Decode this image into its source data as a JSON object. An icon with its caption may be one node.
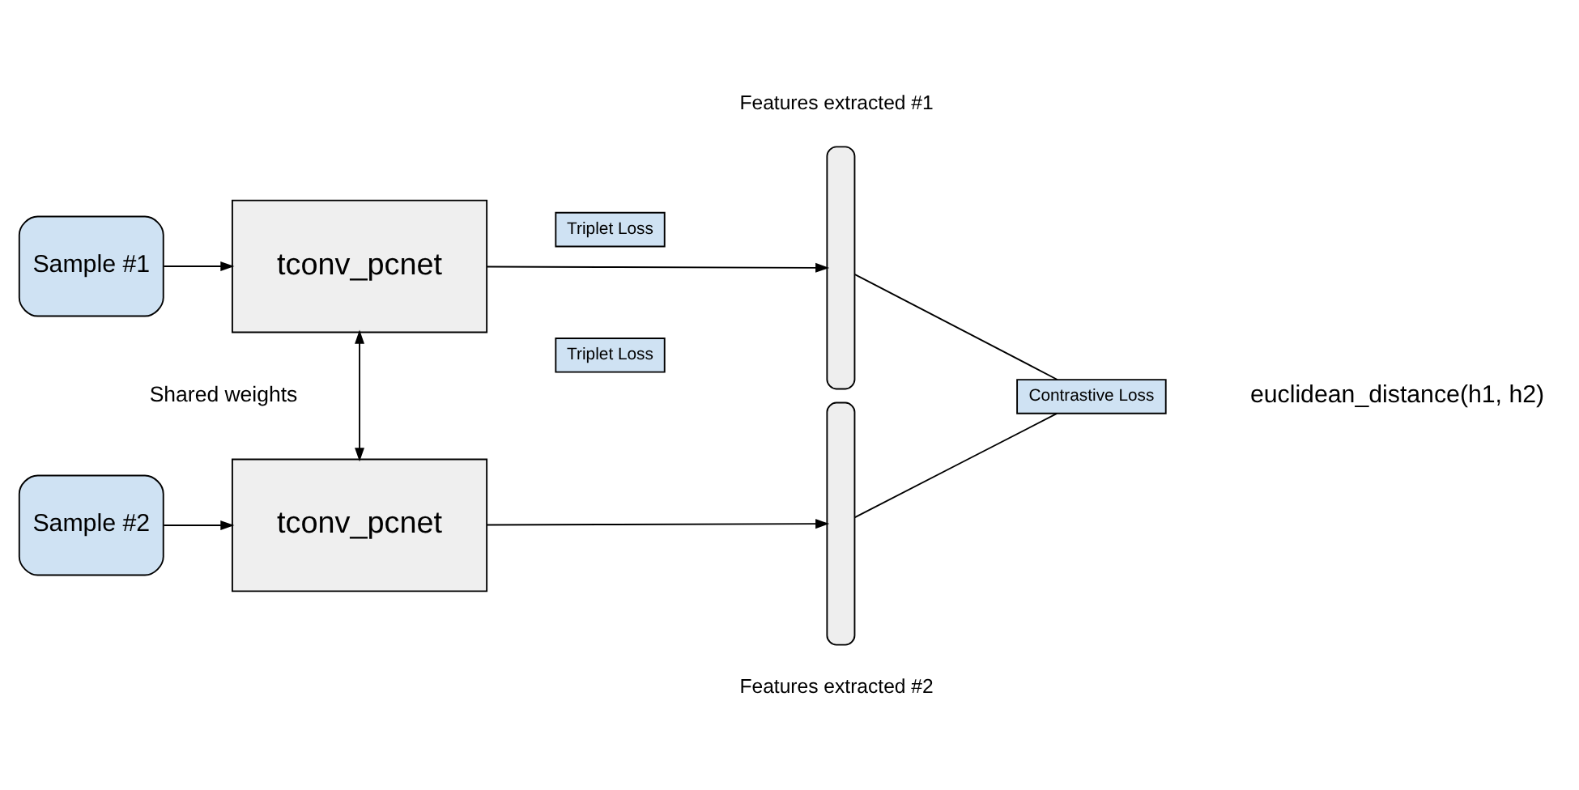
{
  "diagram": {
    "nodes": [
      {
        "text": [
          "Sample #1"
        ]
      },
      {
        "text": [
          "tconv_pcnet"
        ]
      },
      {
        "text": [
          "Triplet Loss"
        ]
      },
      {
        "text": [],
        "shape": "bar",
        "beside": [
          "Features extracted #1"
        ]
      },
      {
        "text": [
          "Sample #2"
        ]
      },
      {
        "text": [
          "tconv_pcnet"
        ]
      },
      {
        "text": [
          "Triplet Loss"
        ]
      },
      {
        "text": [],
        "shape": "bar",
        "beside": [
          "Features extracted #2"
        ]
      },
      {
        "text": [
          "Contrastive Loss"
        ]
      }
    ],
    "edges": [
      {
        "from": 0,
        "to": 1,
        "arrow": "to"
      },
      {
        "from": 1,
        "to": 3,
        "arrow": "to"
      },
      {
        "from": 4,
        "to": 5,
        "arrow": "to"
      },
      {
        "from": 5,
        "to": 7,
        "arrow": "to"
      },
      {
        "from": 1,
        "to": 5,
        "arrow": "both",
        "label": "Shared weights"
      },
      {
        "from": 3,
        "to": 8,
        "arrow": "none"
      },
      {
        "from": 7,
        "to": 8,
        "arrow": "none"
      }
    ],
    "labels": [
      "euclidean_distance(h1, h2)"
    ]
  }
}
